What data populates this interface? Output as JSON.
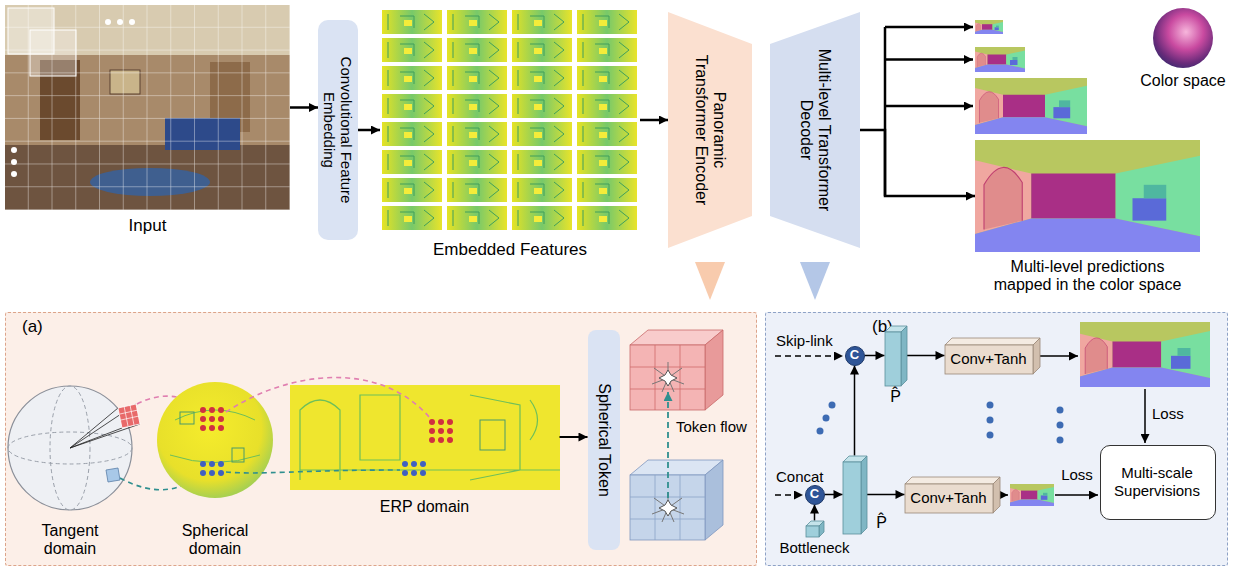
{
  "diagram": {
    "nodes": [
      {
        "text": [
          "Input"
        ]
      },
      {
        "text": [
          "Convolutional Feature Embedding"
        ]
      },
      {
        "text": [
          "Embedded Features"
        ]
      },
      {
        "text": [
          "Panoramic Transformer Encoder"
        ]
      },
      {
        "text": [
          "Multi-level Transformer Decoder"
        ]
      },
      {
        "text": [
          "Multi-level predictions mapped in the color space"
        ]
      },
      {
        "text": [
          "(a)"
        ]
      },
      {
        "text": [
          "ERP domain"
        ],
        "in": 6
      },
      {
        "text": [
          "Spherical Token"
        ],
        "in": 6
      },
      {
        "text": [
          "(b)"
        ]
      },
      {
        "text": [
          "C"
        ],
        "in": 9
      },
      {
        "text": [
          "P̂"
        ],
        "in": 9
      },
      {
        "text": [
          "Conv+Tanh"
        ],
        "in": 9
      },
      {
        "text": [
          "C"
        ],
        "in": 9
      },
      {
        "text": [
          "P̂"
        ],
        "in": 9
      },
      {
        "text": [
          "Conv+Tanh"
        ],
        "in": 9
      },
      {
        "text": [
          "Bottleneck"
        ],
        "in": 9
      },
      {
        "text": [
          "Multi-scale Supervisions"
        ],
        "in": 9
      }
    ],
    "edges": [
      {
        "from": 0,
        "to": 1,
        "arrow": "to"
      },
      {
        "from": 1,
        "to": 2,
        "arrow": "to"
      },
      {
        "from": 2,
        "to": 3,
        "arrow": "to"
      },
      {
        "from": 4,
        "to": 5,
        "arrow": "to"
      },
      {
        "from": 7,
        "to": 8,
        "arrow": "to"
      },
      {
        "from": 10,
        "to": 11,
        "arrow": "to"
      },
      {
        "from": 11,
        "to": 12,
        "arrow": "to"
      },
      {
        "from": 14,
        "to": 10,
        "arrow": "to"
      },
      {
        "from": 13,
        "to": 14,
        "arrow": "to"
      },
      {
        "from": 14,
        "to": 15,
        "arrow": "to"
      },
      {
        "from": 16,
        "to": 13,
        "arrow": "to"
      }
    ],
    "labels": [
      "Color space",
      "Tangent domain",
      "Spherical domain",
      "Token flow",
      "Skip-link",
      "Concat",
      "Loss",
      "Loss"
    ]
  }
}
